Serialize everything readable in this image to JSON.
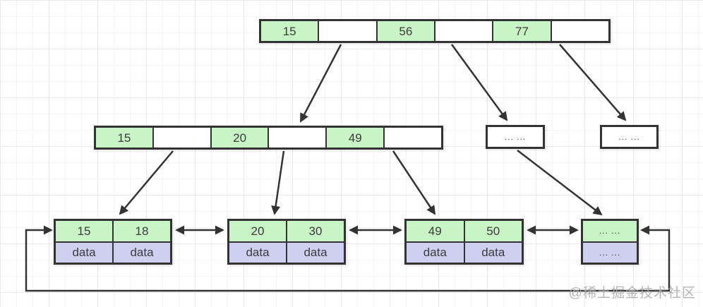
{
  "diagram": {
    "type": "b-plus-tree",
    "root_node": {
      "cells": [
        "15",
        "",
        "56",
        "",
        "77",
        ""
      ]
    },
    "internal_node": {
      "cells": [
        "15",
        "",
        "20",
        "",
        "49",
        ""
      ]
    },
    "ellipsis_node_left": {
      "label": "... ..."
    },
    "ellipsis_node_right": {
      "label": "... ..."
    },
    "leaf_nodes": [
      {
        "keys": [
          "15",
          "18"
        ],
        "values": [
          "data",
          "data"
        ]
      },
      {
        "keys": [
          "20",
          "30"
        ],
        "values": [
          "data",
          "data"
        ]
      },
      {
        "keys": [
          "49",
          "50"
        ],
        "values": [
          "data",
          "data"
        ]
      },
      {
        "keys": [
          "... ..."
        ],
        "values": [
          "... ..."
        ]
      }
    ],
    "colors": {
      "key_fill": "#c9f4c5",
      "data_fill": "#cfcff2",
      "border": "#333333",
      "arrow": "#333333"
    },
    "watermark": "@稀土掘金技术社区"
  }
}
